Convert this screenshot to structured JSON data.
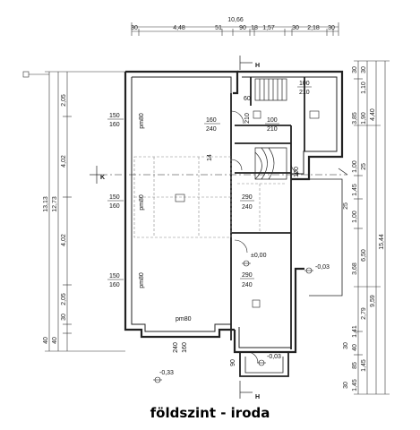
{
  "title": "földszint - iroda",
  "top_dimensions": {
    "total": "10,66",
    "segments": [
      "30",
      "4,48",
      "51",
      "90",
      "18",
      "1,57",
      "30",
      "2,18",
      "30"
    ]
  },
  "left_dimensions": {
    "outer": "13,13",
    "inner": "12,73",
    "segments": [
      "2,05",
      "4,02",
      "4,02",
      "2,05",
      "30",
      "40",
      "40"
    ]
  },
  "right_dimensions": {
    "total": "15,44",
    "secondary": "9,59",
    "tertiary": "4,40",
    "segments": [
      "1,10",
      "3,85",
      "1,90",
      "1,45",
      "1,00",
      "25",
      "6,50",
      "3,68",
      "2,79",
      "1,45",
      "1,45",
      "30",
      "30",
      "30",
      "30",
      "1,00",
      "1,41",
      "40",
      "85",
      "25"
    ]
  },
  "section_markers": {
    "H": "H",
    "K": "K"
  },
  "windows": [
    {
      "top": "150",
      "bottom": "160"
    },
    {
      "top": "150",
      "bottom": "160"
    },
    {
      "top": "150",
      "bottom": "160"
    },
    {
      "top": "160",
      "bottom": "240"
    },
    {
      "top": "100",
      "bottom": "210"
    },
    {
      "top": "100",
      "bottom": "210"
    },
    {
      "top": "290",
      "bottom": "240"
    },
    {
      "top": "290",
      "bottom": "240"
    },
    {
      "top": "240",
      "bottom": "160"
    }
  ],
  "sill_labels": [
    "pm80",
    "pm80",
    "pm80",
    "pm80"
  ],
  "levels": [
    "±0,00",
    "-0,03",
    "-0,33",
    "-0,03"
  ],
  "misc_labels": [
    "60",
    "210",
    "14",
    "100",
    "90"
  ]
}
